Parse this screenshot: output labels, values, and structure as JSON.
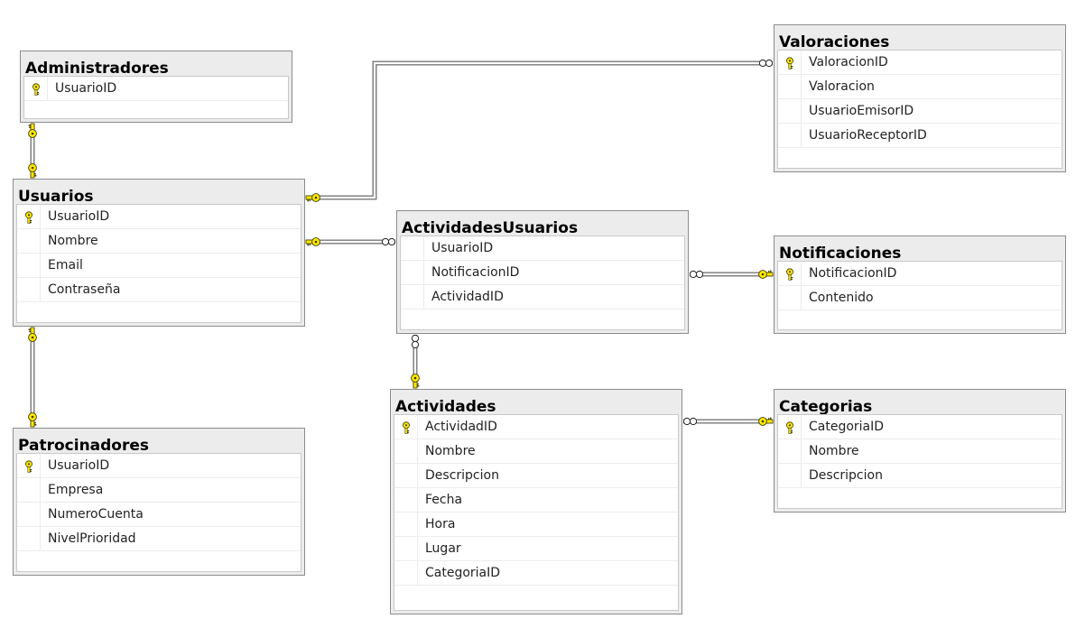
{
  "tables": [
    {
      "id": "administradores",
      "title": "Administradores",
      "columns": [
        {
          "name": "UsuarioID",
          "pk": true
        }
      ]
    },
    {
      "id": "usuarios",
      "title": "Usuarios",
      "columns": [
        {
          "name": "UsuarioID",
          "pk": true
        },
        {
          "name": "Nombre",
          "pk": false
        },
        {
          "name": "Email",
          "pk": false
        },
        {
          "name": "Contraseña",
          "pk": false
        }
      ]
    },
    {
      "id": "patrocinadores",
      "title": "Patrocinadores",
      "columns": [
        {
          "name": "UsuarioID",
          "pk": true
        },
        {
          "name": "Empresa",
          "pk": false
        },
        {
          "name": "NumeroCuenta",
          "pk": false
        },
        {
          "name": "NivelPrioridad",
          "pk": false
        }
      ]
    },
    {
      "id": "actividadesusuarios",
      "title": "ActividadesUsuarios",
      "columns": [
        {
          "name": "UsuarioID",
          "pk": false
        },
        {
          "name": "NotificacionID",
          "pk": false
        },
        {
          "name": "ActividadID",
          "pk": false
        }
      ]
    },
    {
      "id": "actividades",
      "title": "Actividades",
      "columns": [
        {
          "name": "ActividadID",
          "pk": true
        },
        {
          "name": "Nombre",
          "pk": false
        },
        {
          "name": "Descripcion",
          "pk": false
        },
        {
          "name": "Fecha",
          "pk": false
        },
        {
          "name": "Hora",
          "pk": false
        },
        {
          "name": "Lugar",
          "pk": false
        },
        {
          "name": "CategoriaID",
          "pk": false
        }
      ]
    },
    {
      "id": "valoraciones",
      "title": "Valoraciones",
      "columns": [
        {
          "name": "ValoracionID",
          "pk": true
        },
        {
          "name": "Valoracion",
          "pk": false
        },
        {
          "name": "UsuarioEmisorID",
          "pk": false
        },
        {
          "name": "UsuarioReceptorID",
          "pk": false
        }
      ]
    },
    {
      "id": "notificaciones",
      "title": "Notificaciones",
      "columns": [
        {
          "name": "NotificacionID",
          "pk": true
        },
        {
          "name": "Contenido",
          "pk": false
        }
      ]
    },
    {
      "id": "categorias",
      "title": "Categorias",
      "columns": [
        {
          "name": "CategoriaID",
          "pk": true
        },
        {
          "name": "Nombre",
          "pk": false
        },
        {
          "name": "Descripcion",
          "pk": false
        }
      ]
    }
  ],
  "relationships": [
    {
      "from": "administradores",
      "to": "usuarios",
      "from_end": "one",
      "to_end": "one"
    },
    {
      "from": "usuarios",
      "to": "patrocinadores",
      "from_end": "one",
      "to_end": "one"
    },
    {
      "from": "usuarios",
      "to": "valoraciones",
      "from_end": "one",
      "to_end": "many"
    },
    {
      "from": "usuarios",
      "to": "actividadesusuarios",
      "from_end": "one",
      "to_end": "many"
    },
    {
      "from": "notificaciones",
      "to": "actividadesusuarios",
      "from_end": "one",
      "to_end": "many"
    },
    {
      "from": "actividades",
      "to": "actividadesusuarios",
      "from_end": "one",
      "to_end": "many"
    },
    {
      "from": "categorias",
      "to": "actividades",
      "from_end": "one",
      "to_end": "many"
    }
  ],
  "colors": {
    "key": "#ffe800",
    "key_stroke": "#3a3a00",
    "table_frame": "#ececec",
    "line": "#777777"
  }
}
